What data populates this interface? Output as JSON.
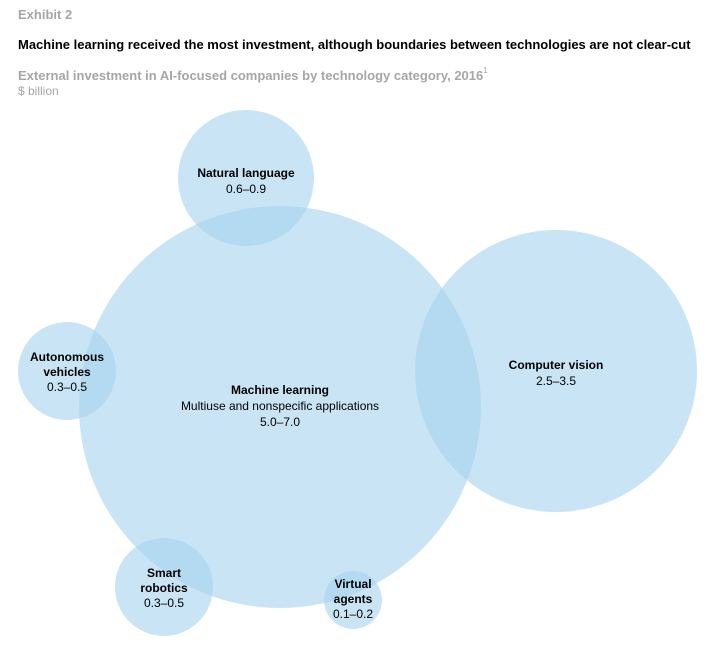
{
  "header": {
    "exhibit": "Exhibit 2",
    "headline": "Machine learning received the most investment, although boundaries between technologies are not clear-cut",
    "subtitle": "External investment in AI-focused companies by technology category, 2016",
    "footnote_marker": "1",
    "units": "$ billion"
  },
  "chart_data": {
    "type": "bubble",
    "title": "External investment in AI-focused companies by technology category, 2016",
    "units": "$ billion",
    "bubble_color": "#a8d4ef",
    "bubble_opacity": 0.62,
    "bubbles": [
      {
        "id": "machine-learning",
        "name": "Machine learning",
        "detail": "Multiuse and nonspecific applications",
        "range": "5.0–7.0",
        "min": 5.0,
        "max": 7.0
      },
      {
        "id": "computer-vision",
        "name": "Computer vision",
        "detail": "",
        "range": "2.5–3.5",
        "min": 2.5,
        "max": 3.5
      },
      {
        "id": "natural-language",
        "name": "Natural language",
        "detail": "",
        "range": "0.6–0.9",
        "min": 0.6,
        "max": 0.9
      },
      {
        "id": "autonomous-vehicles",
        "name": "Autonomous vehicles",
        "detail": "",
        "range": "0.3–0.5",
        "min": 0.3,
        "max": 0.5
      },
      {
        "id": "smart-robotics",
        "name": "Smart robotics",
        "detail": "",
        "range": "0.3–0.5",
        "min": 0.3,
        "max": 0.5
      },
      {
        "id": "virtual-agents",
        "name": "Virtual agents",
        "detail": "",
        "range": "0.1–0.2",
        "min": 0.1,
        "max": 0.2
      }
    ]
  }
}
